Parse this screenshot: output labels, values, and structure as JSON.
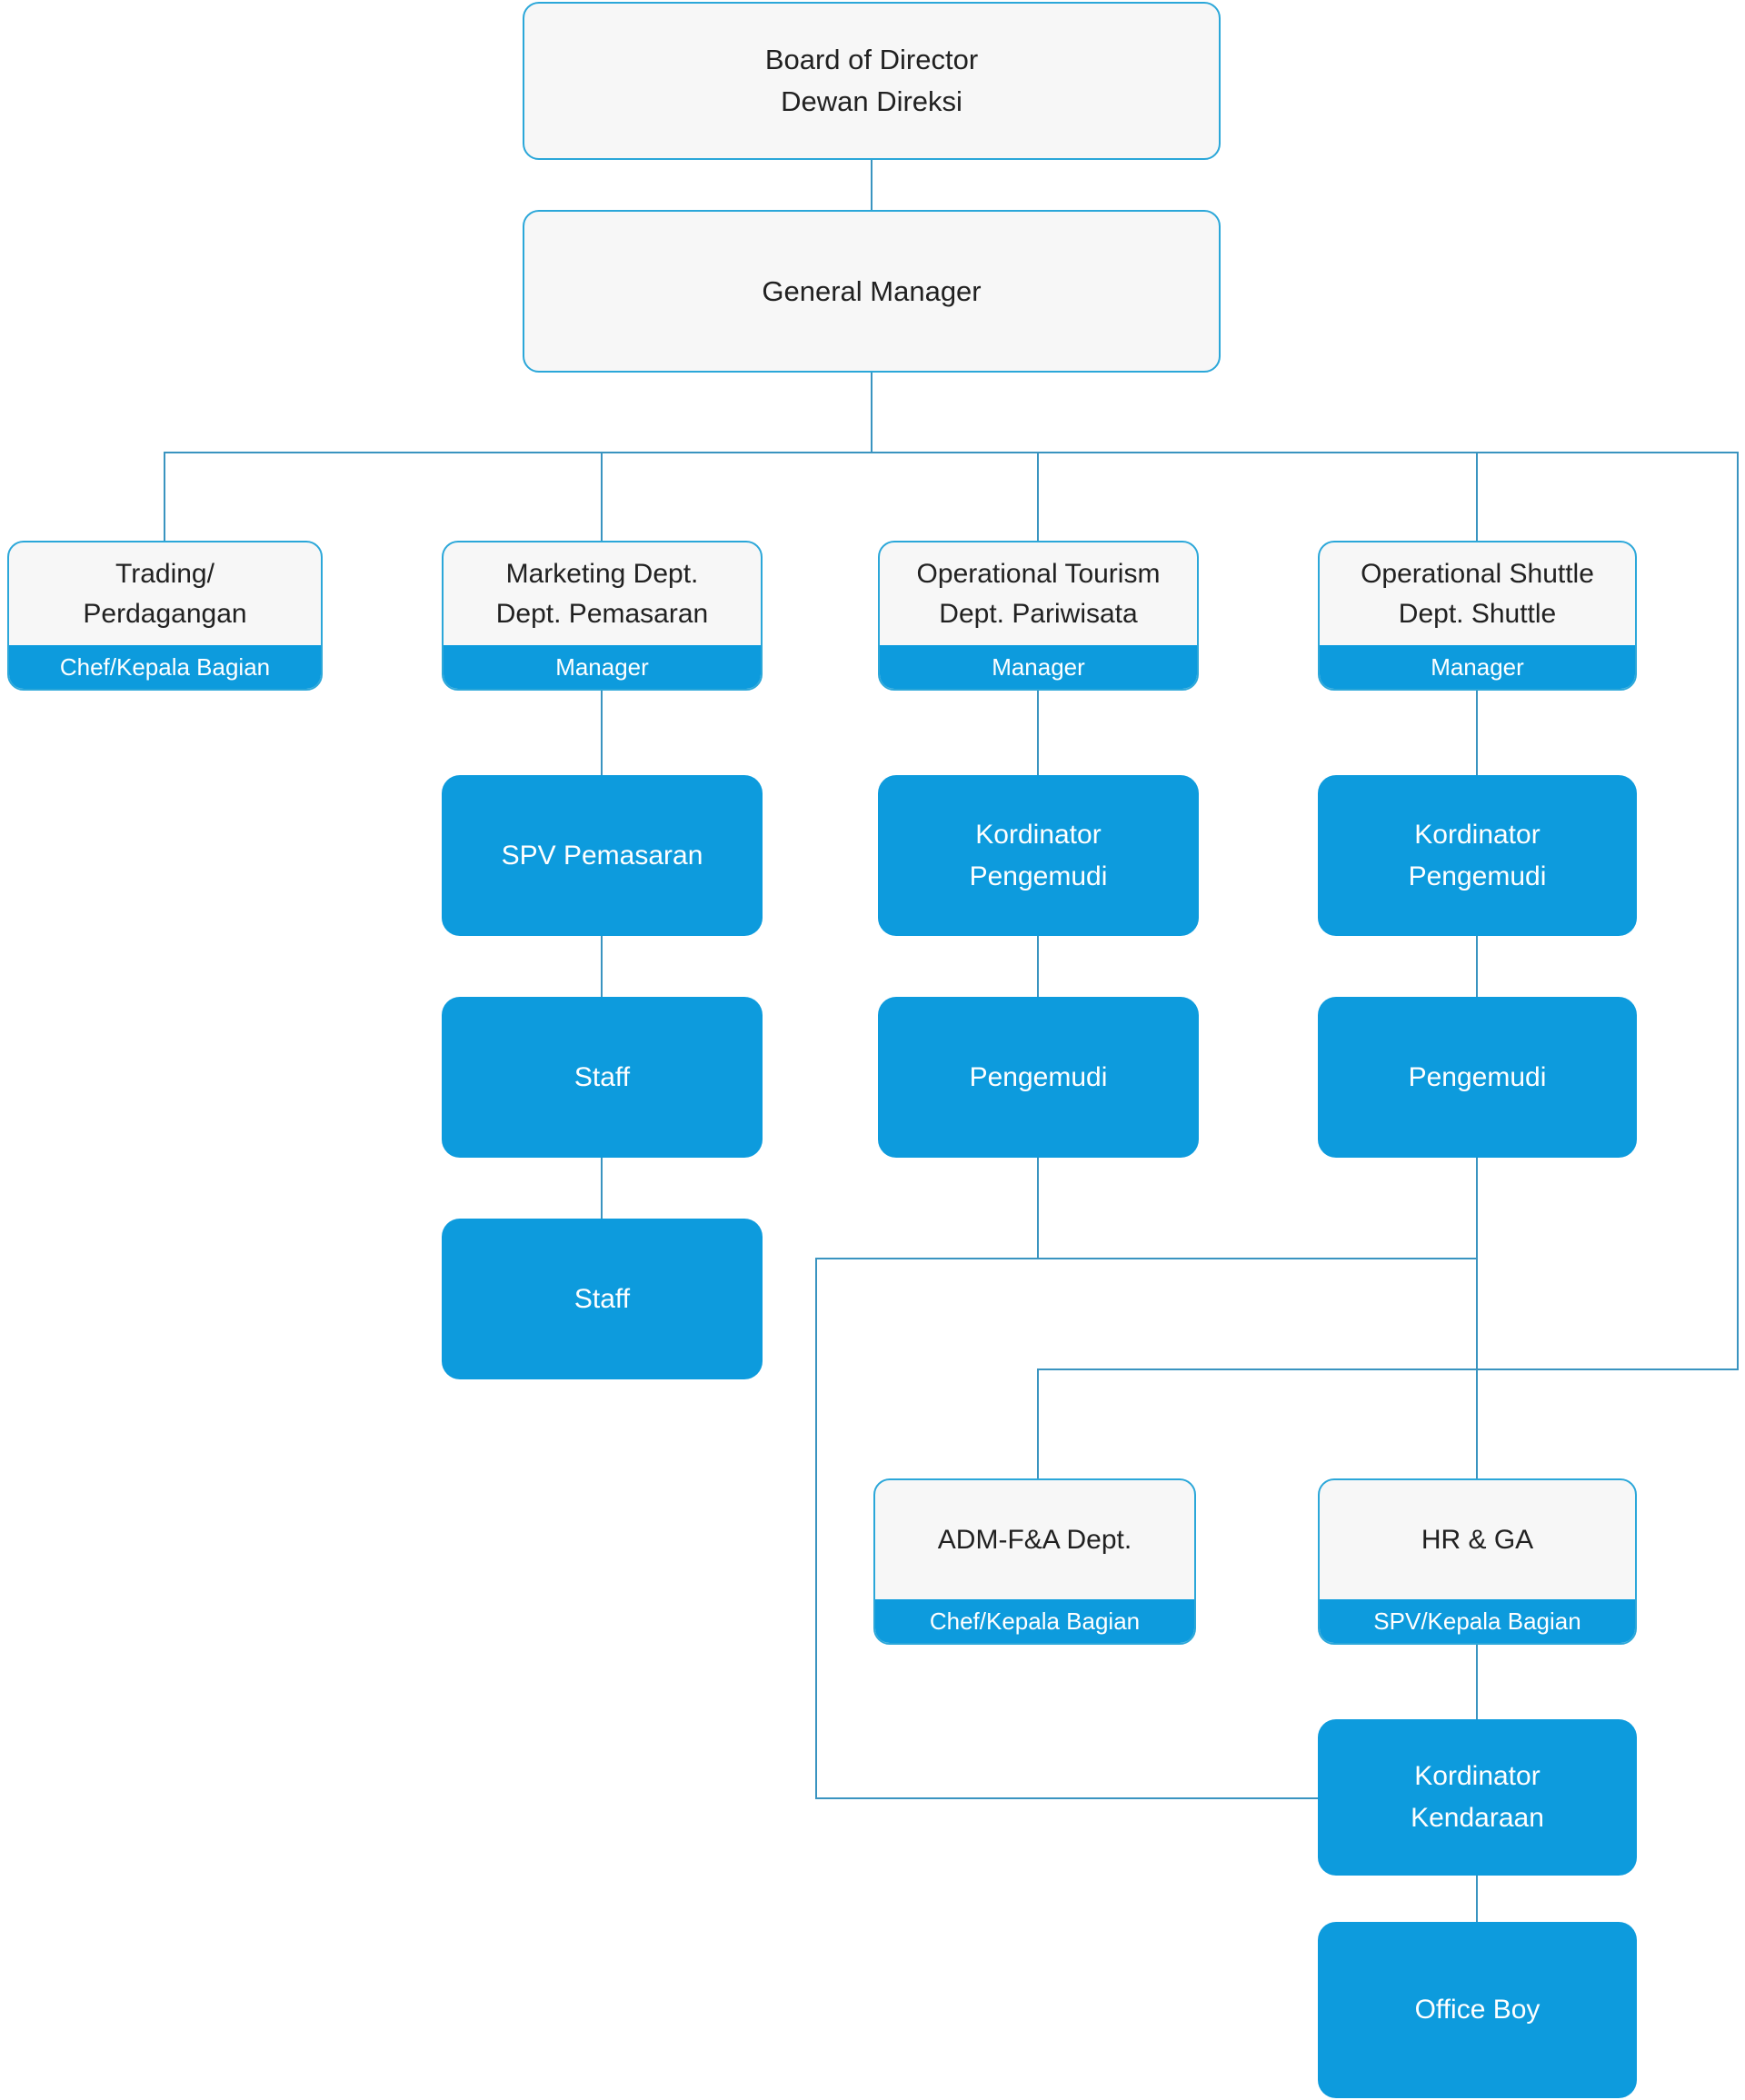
{
  "palette": {
    "blue": "#0d9bdd",
    "box_bg": "#f7f7f7",
    "box_border": "#2ba7d9",
    "line": "#3a94c0",
    "text_dark": "#212121",
    "text_light": "#ffffff"
  },
  "nodes": {
    "board": {
      "line1": "Board of Director",
      "line2": "Dewan Direksi"
    },
    "gm": {
      "title": "General Manager"
    },
    "trading": {
      "line1": "Trading/",
      "line2": "Perdagangan",
      "role": "Chef/Kepala Bagian"
    },
    "marketing": {
      "line1": "Marketing Dept.",
      "line2": "Dept. Pemasaran",
      "role": "Manager"
    },
    "tourism": {
      "line1": "Operational Tourism",
      "line2": "Dept. Pariwisata",
      "role": "Manager"
    },
    "shuttle": {
      "line1": "Operational Shuttle",
      "line2": "Dept. Shuttle",
      "role": "Manager"
    },
    "spv": {
      "title": "SPV Pemasaran"
    },
    "kord1": {
      "line1": "Kordinator",
      "line2": "Pengemudi"
    },
    "kord2": {
      "line1": "Kordinator",
      "line2": "Pengemudi"
    },
    "staff1": {
      "title": "Staff"
    },
    "peng1": {
      "title": "Pengemudi"
    },
    "peng2": {
      "title": "Pengemudi"
    },
    "staff2": {
      "title": "Staff"
    },
    "adm": {
      "title": "ADM-F&A Dept.",
      "role": "Chef/Kepala Bagian"
    },
    "hr": {
      "title": "HR & GA",
      "role": "SPV/Kepala Bagian"
    },
    "kendaraan": {
      "line1": "Kordinator",
      "line2": "Kendaraan"
    },
    "officeboy": {
      "title": "Office Boy"
    }
  }
}
